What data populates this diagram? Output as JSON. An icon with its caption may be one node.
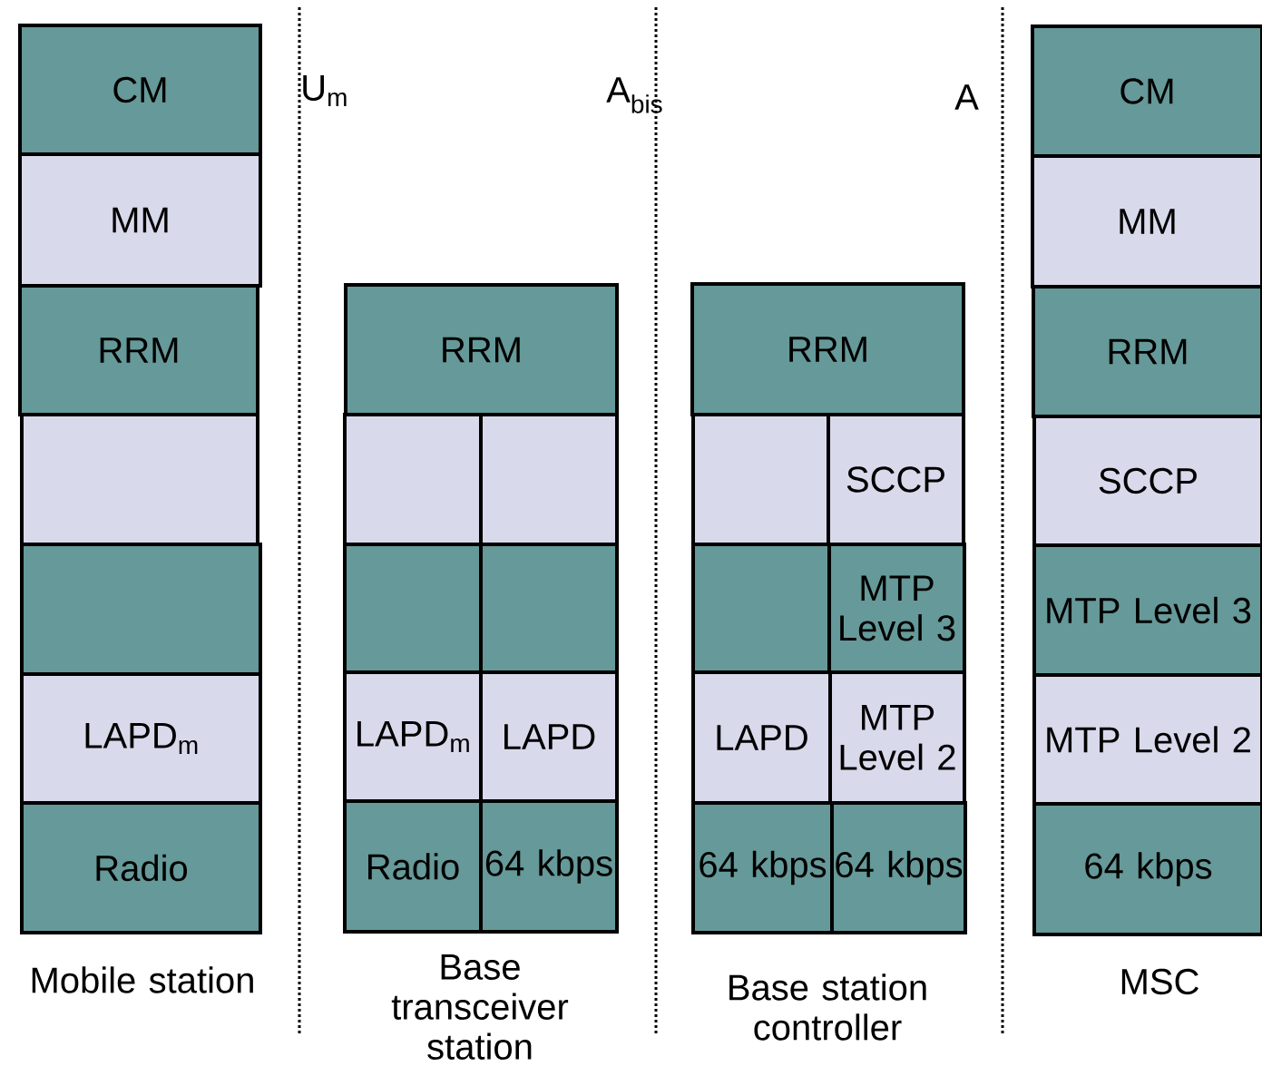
{
  "diagram": {
    "nodes": [
      {
        "text": [
          "CM"
        ]
      },
      {
        "text": [
          "MM"
        ]
      },
      {
        "text": [
          "RRM"
        ]
      },
      {
        "text": [],
        "shape": "box"
      },
      {
        "text": [],
        "shape": "box"
      },
      {
        "text": [
          "LAPD$_{m}$"
        ]
      },
      {
        "text": [
          "Radio"
        ]
      },
      {
        "text": [
          "RRM"
        ]
      },
      {
        "text": [],
        "shape": "box"
      },
      {
        "text": [],
        "shape": "box"
      },
      {
        "text": [],
        "shape": "box"
      },
      {
        "text": [],
        "shape": "box"
      },
      {
        "text": [
          "LAPD$_{m}$"
        ]
      },
      {
        "text": [
          "LAPD"
        ]
      },
      {
        "text": [
          "Radio"
        ]
      },
      {
        "text": [
          "64 kbps"
        ]
      },
      {
        "text": [
          "RRM"
        ]
      },
      {
        "text": [],
        "shape": "box"
      },
      {
        "text": [
          "SCCP"
        ]
      },
      {
        "text": [],
        "shape": "box"
      },
      {
        "text": [
          "MTP Level 3"
        ]
      },
      {
        "text": [
          "LAPD"
        ]
      },
      {
        "text": [
          "MTP Level 2"
        ]
      },
      {
        "text": [
          "64 kbps"
        ]
      },
      {
        "text": [
          "64 kbps"
        ]
      },
      {
        "text": [
          "CM"
        ]
      },
      {
        "text": [
          "MM"
        ]
      },
      {
        "text": [
          "RRM"
        ]
      },
      {
        "text": [
          "SCCP"
        ]
      },
      {
        "text": [
          "MTP Level 3"
        ]
      },
      {
        "text": [
          "MTP Level 2"
        ]
      },
      {
        "text": [
          "64 kbps"
        ]
      }
    ],
    "labels": [
      "U$_{m}$",
      "A$_{bis}$",
      "A",
      "Mobile station",
      "Base transceiver station",
      "Base station controller",
      "MSC"
    ]
  }
}
